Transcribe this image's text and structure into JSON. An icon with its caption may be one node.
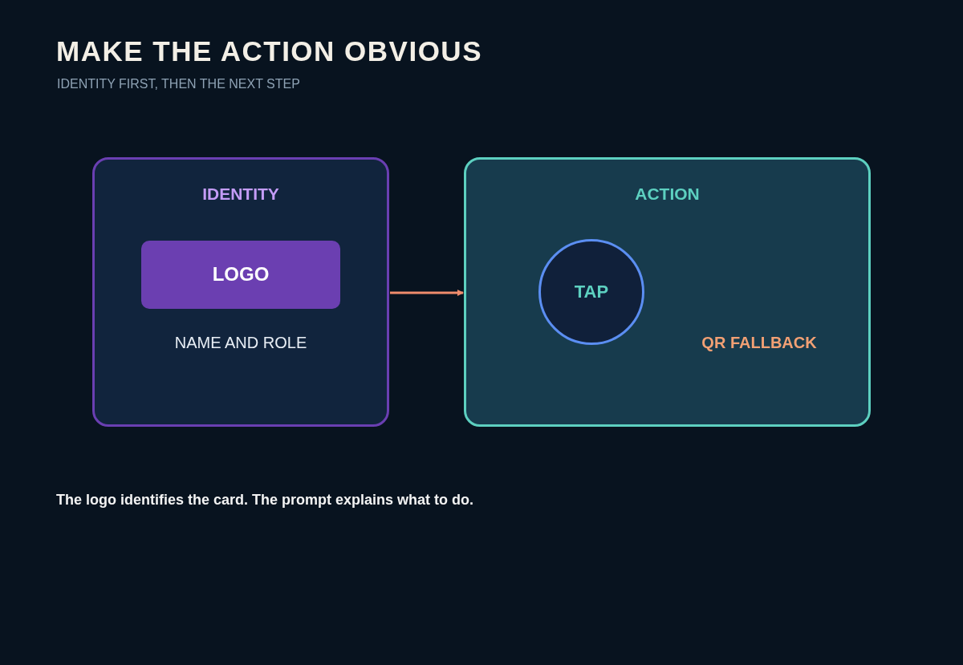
{
  "diagram": {
    "title": "MAKE THE ACTION OBVIOUS",
    "caption": "The logo identifies the card. The prompt explains what to do.",
    "nodes": [
      {
        "text": [
          "IDENTITY",
          "NAME AND ROLE"
        ]
      },
      {
        "text": [
          "LOGO"
        ],
        "in": 0
      },
      {
        "text": [
          "ACTION",
          "QR FALLBACK"
        ]
      },
      {
        "text": [
          "TAP"
        ],
        "in": 2
      }
    ],
    "edges": [
      {
        "from": 0,
        "to": 2,
        "arrow": "to",
        "color": "#f08c6c"
      }
    ],
    "labels": [
      "IDENTITY FIRST, THEN THE NEXT STEP"
    ]
  }
}
